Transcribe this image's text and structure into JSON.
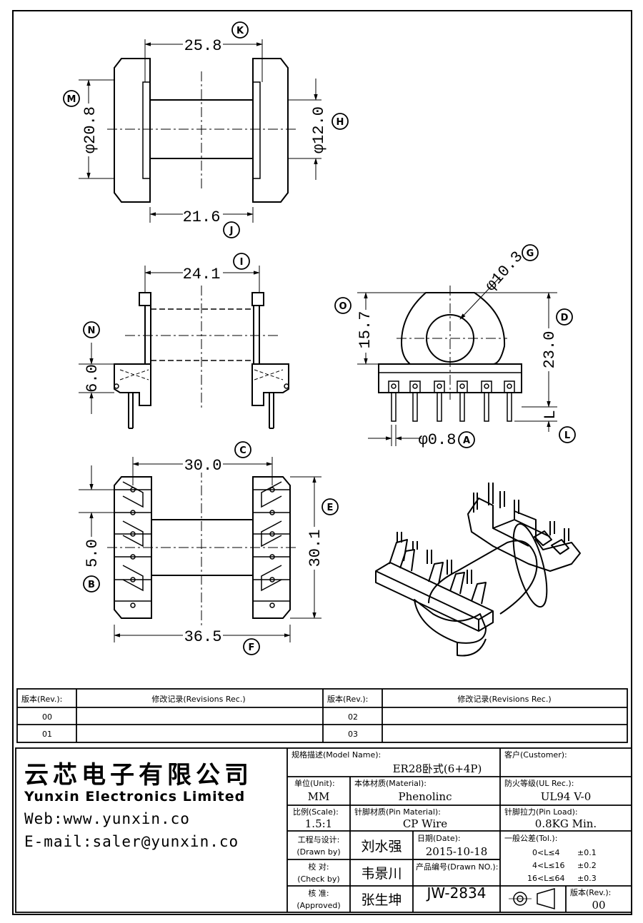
{
  "dimensions": {
    "d_25_8": "25.8",
    "d_21_6": "21.6",
    "d_20_8": "φ20.8",
    "d_12_0": "φ12.0",
    "d_24_1": "24.1",
    "d_6_0": "6.0",
    "d_10_3": "φ10.3",
    "d_15_7": "15.7",
    "d_23_0": "23.0",
    "d_L": "L",
    "d_0_8": "φ0.8",
    "d_30_0": "30.0",
    "d_5_0": "5.0",
    "d_30_1": "30.1",
    "d_36_5": "36.5"
  },
  "markers": {
    "A": "A",
    "B": "B",
    "C": "C",
    "D": "D",
    "E": "E",
    "F": "F",
    "G": "G",
    "H": "H",
    "I": "I",
    "J": "J",
    "K": "K",
    "L": "L",
    "M": "M",
    "N": "N",
    "O": "O"
  },
  "revisions": {
    "header_rev": "版本(Rev.):",
    "header_rec": "修改记录(Revisions Rec.)",
    "rows": [
      {
        "left_rev": "00",
        "left_rec": "",
        "right_rev": "02",
        "right_rec": ""
      },
      {
        "left_rev": "01",
        "left_rec": "",
        "right_rev": "03",
        "right_rec": ""
      }
    ]
  },
  "company": {
    "name_cn": "云芯电子有限公司",
    "name_en": "Yunxin Electronics Limited",
    "web": "Web:www.yunxin.co",
    "email": "E-mail:saler@yunxin.co"
  },
  "title_block": {
    "model_label": "规格描述(Model Name):",
    "model_value": "ER28卧式(6+4P)",
    "customer_label": "客户(Customer):",
    "customer_value": "",
    "unit_label": "单位(Unit):",
    "unit_value": "MM",
    "material_label": "本体材质(Material):",
    "material_value": "Phenolinc",
    "ul_label": "防火等级(UL Rec.):",
    "ul_value": "UL94 V-0",
    "scale_label": "比例(Scale):",
    "scale_value": "1.5:1",
    "pin_material_label": "针脚材质(Pin Material):",
    "pin_material_value": "CP Wire",
    "pin_load_label": "针脚拉力(Pin Load):",
    "pin_load_value": "0.8KG Min.",
    "drawn_label_cn": "工程与设计:",
    "drawn_label_en": "(Drawn by)",
    "drawn_value": "刘水强",
    "check_label_cn": "校  对:",
    "check_label_en": "(Check by)",
    "check_value": "韦景川",
    "approved_label_cn": "核  准:",
    "approved_label_en": "(Approved)",
    "approved_value": "张生坤",
    "date_label": "日期(Date):",
    "date_value": "2015-10-18",
    "drawn_no_label": "产品编号(Drawn NO.):",
    "drawn_no_value": "JW-2834",
    "tol_label": "一般公差(Tol.):",
    "tol_rows": [
      {
        "range": "0<L≤4",
        "tol": "±0.1"
      },
      {
        "range": "4<L≤16",
        "tol": "±0.2"
      },
      {
        "range": "16<L≤64",
        "tol": "±0.3"
      }
    ],
    "rev_label": "版本(Rev.):",
    "rev_value": "00"
  }
}
